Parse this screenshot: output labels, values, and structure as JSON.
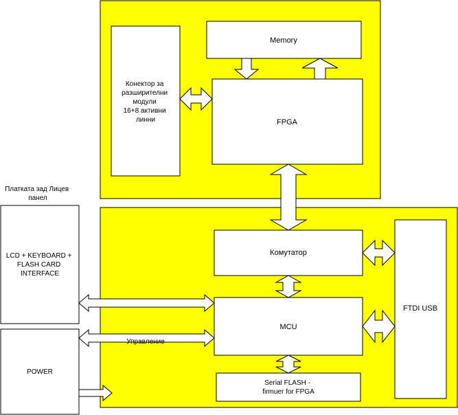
{
  "colors": {
    "board": "#ffff00",
    "block": "#ffffff",
    "stroke": "#000000"
  },
  "top_board": {
    "connector_lines": [
      "Конектор за",
      "разширителни",
      "модули",
      "16+8 активни",
      "линни"
    ],
    "memory": "Memory",
    "fpga": "FPGA"
  },
  "front_panel_caption_lines": [
    "Платката зад Лицев",
    "панел"
  ],
  "lcd_block_lines": [
    "LCD + KEYBOARD +",
    "FLASH CARD",
    "INTERFACE"
  ],
  "power": "POWER",
  "bottom_board": {
    "komutator": "Комутатор",
    "mcu": "MCU",
    "serial_flash_lines": [
      "Serial FLASH -",
      "firmuer for FPGA"
    ],
    "ftdi": "FTDI USB",
    "control_label": "Управление"
  }
}
